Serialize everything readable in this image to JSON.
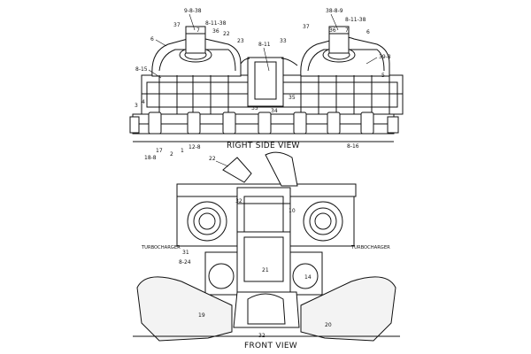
{
  "views": {
    "right_side": "RIGHT SIDE VIEW",
    "front": "FRONT VIEW"
  },
  "turbo_labels": {
    "left": "TURBOCHARGER",
    "right": "TURBOCHARGER"
  },
  "callouts": {
    "c_9_8_38": "9-8-38",
    "c_37a": "37",
    "c_8_11_38a": "8-11-38",
    "c_7a": "7",
    "c_36a": "36",
    "c_22a": "22",
    "c_6a": "6",
    "c_8_15": "8-15",
    "c_23": "23",
    "c_8_11": "8-11",
    "c_33": "33",
    "c_38_8_9": "38-8-9",
    "c_37b": "37",
    "c_8_11_38b": "8-11-38",
    "c_36b": "36",
    "c_7b": "7",
    "c_6b": "6",
    "c_39_8": "39-8",
    "c_5": "5",
    "c_3": "3",
    "c_4": "4",
    "c_35a": "35",
    "c_34": "34",
    "c_35b": "35",
    "c_17": "17",
    "c_2": "2",
    "c_1": "1",
    "c_12_8": "12-8",
    "c_18_8": "18-8",
    "c_8_16": "8-16",
    "c_22b": "22",
    "c_32a": "32",
    "c_10": "10",
    "c_31": "31",
    "c_8_24": "8-24",
    "c_21": "21",
    "c_14": "14",
    "c_19": "19",
    "c_32b": "32",
    "c_20": "20"
  }
}
